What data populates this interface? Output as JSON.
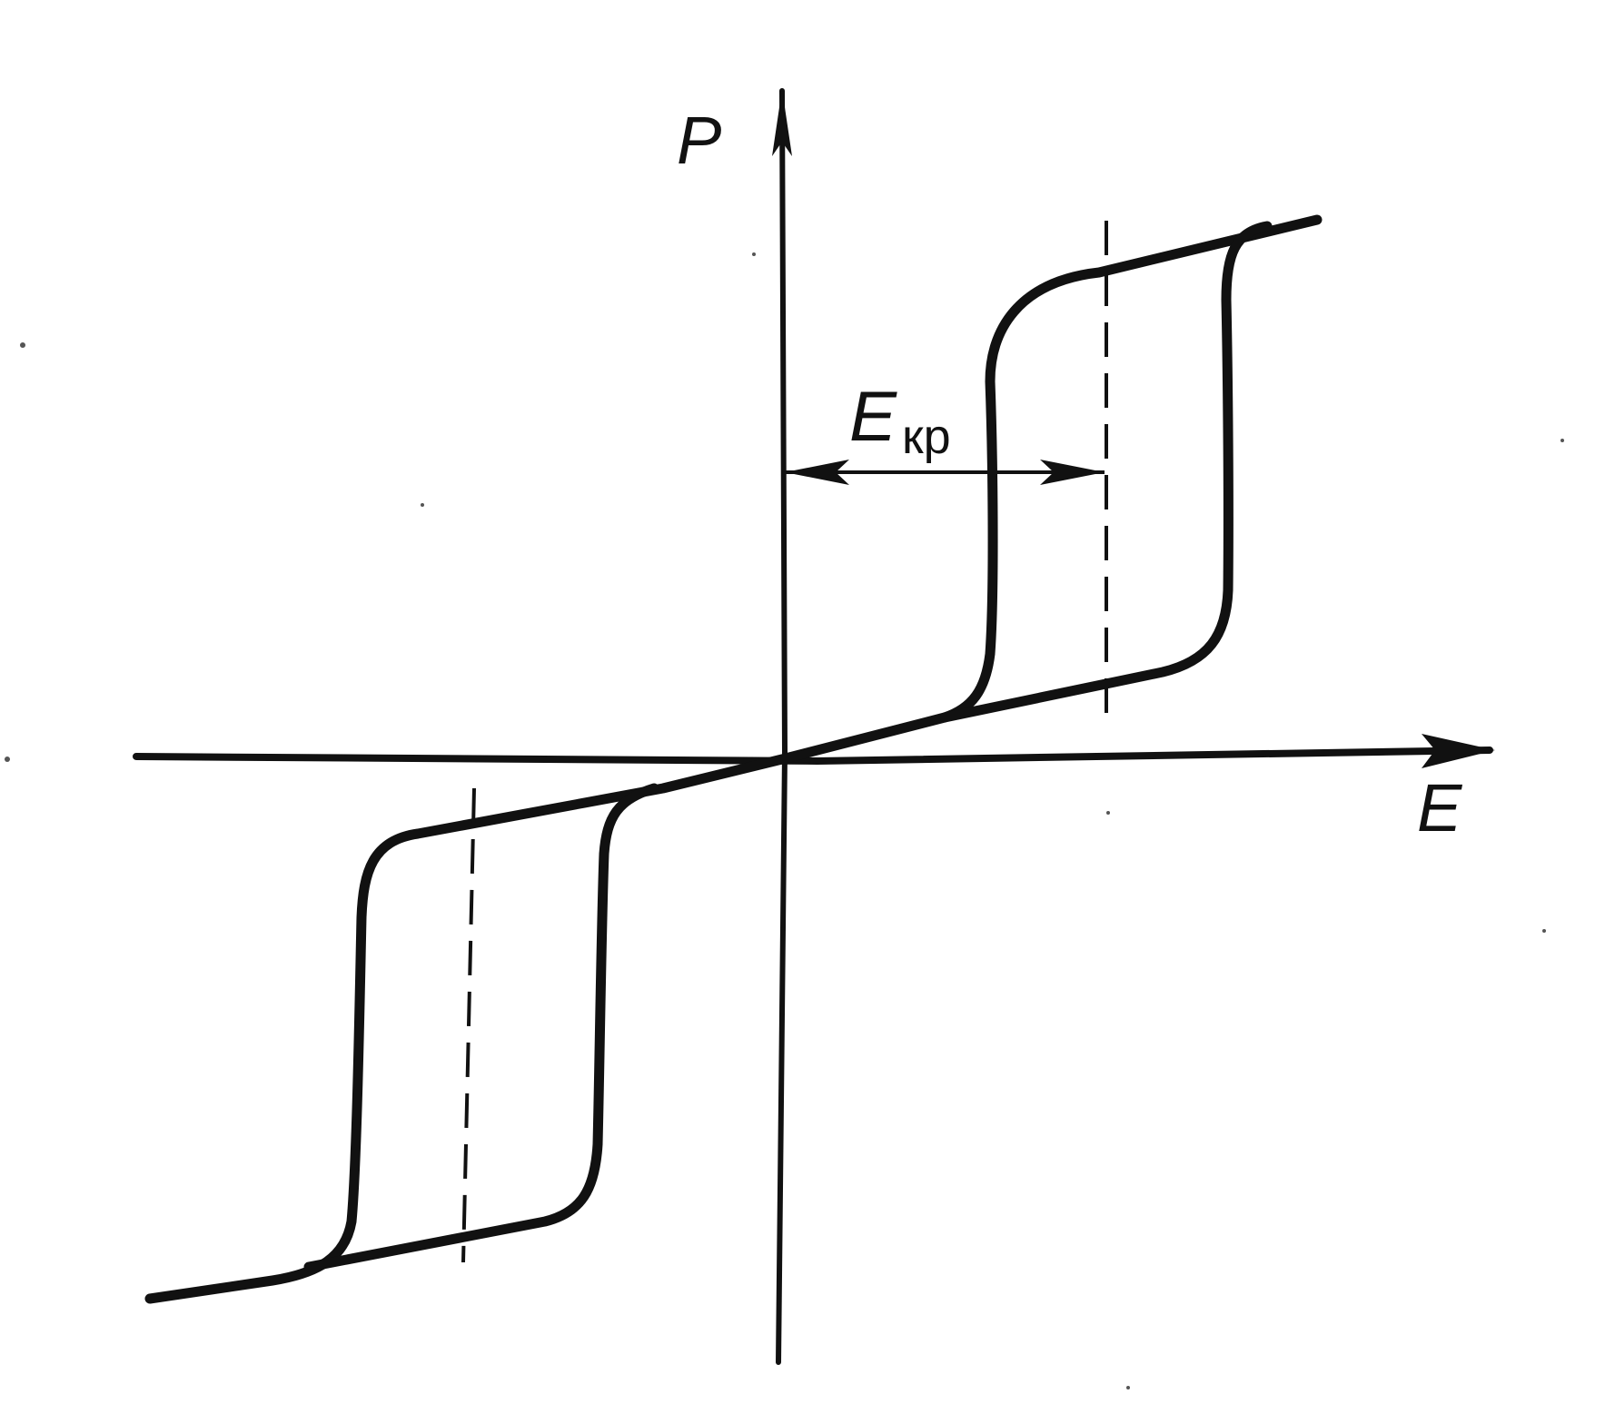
{
  "labels": {
    "y_axis": "P",
    "x_axis": "E",
    "coercive_main": "E",
    "coercive_sub": "кр"
  }
}
